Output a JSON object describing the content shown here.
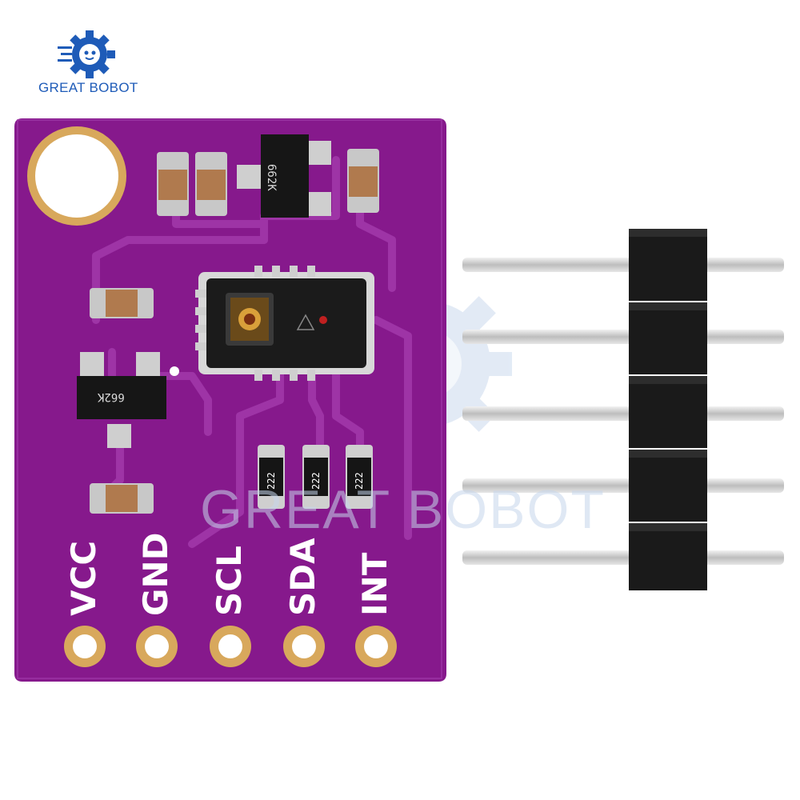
{
  "logo": {
    "brand": "GREAT BOBOT",
    "icon": "gear-robot-icon",
    "color": "#1e5bb8"
  },
  "watermark": {
    "text": "GREAT BOBOT",
    "icon": "gear-watermark-icon"
  },
  "board": {
    "color": "#8a1f8f",
    "pins": [
      "VCC",
      "GND",
      "SCL",
      "SDA",
      "INT"
    ],
    "chips": {
      "regulator_top": "662K",
      "regulator_left": "662K"
    },
    "resistors": [
      "222",
      "222",
      "222"
    ]
  },
  "header": {
    "pin_count": 5,
    "color": "#1a1a1a"
  }
}
